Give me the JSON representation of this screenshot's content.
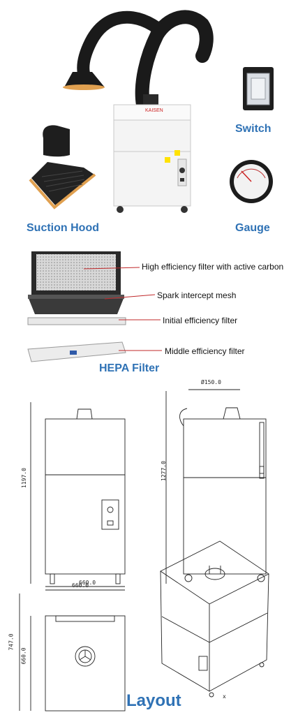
{
  "product": {
    "brand": "KAISEN",
    "labels": {
      "suction_hood": "Suction Hood",
      "switch": "Switch",
      "gauge": "Gauge",
      "hepa_filter": "HEPA Filter",
      "layout": "Layout"
    }
  },
  "filters": {
    "items": [
      {
        "label": "High efficiency filter with active carbon"
      },
      {
        "label": "Spark intercept mesh"
      },
      {
        "label": "Initial efficiency filter"
      },
      {
        "label": "Middle efficiency filter"
      }
    ]
  },
  "drawings": {
    "front_width": "660.0",
    "front_height": "1197.0",
    "side_height": "1277.0",
    "side_duct_dia": "Ø150.0",
    "top_width": "660.0",
    "top_depth_outer": "747.0",
    "top_depth_inner": "660.0",
    "iso_mark": "x"
  },
  "colors": {
    "label_blue": "#2f72b5",
    "hose_black": "#1a1a1a",
    "hood_orange": "#e0a050",
    "filter_red_line": "#c0282a"
  }
}
